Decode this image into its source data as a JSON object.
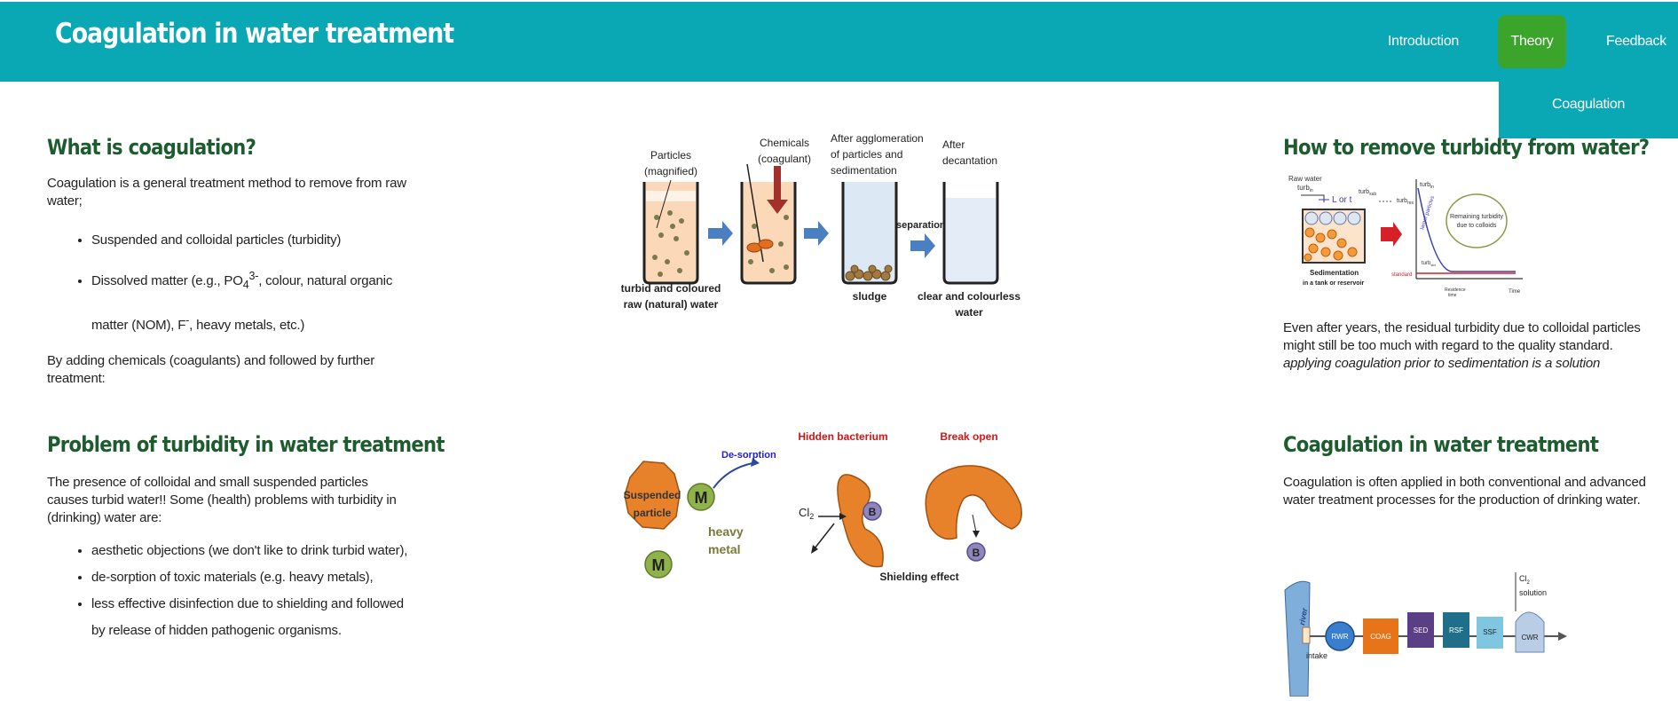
{
  "header": {
    "title": "Coagulation in water treatment",
    "nav": [
      "Introduction",
      "Theory",
      "Feedback"
    ],
    "active_nav": "Theory",
    "submenu": [
      "Coagulation"
    ],
    "colors": {
      "bar": "#0aa8b5",
      "active": "#3aa52a"
    }
  },
  "sections": {
    "what": {
      "title": "What is coagulation?",
      "intro": "Coagulation is a general treatment method to remove from raw water;",
      "items": [
        "Suspended and colloidal particles (turbidity)",
        "Dissolved matter (e.g., PO4 3-, colour, natural organic matter (NOM), F-, heavy metals, etc.)"
      ],
      "item2_parts": {
        "a": "Dissolved matter (e.g., PO",
        "sub": "4",
        "sup": "3-",
        "b": ", colour, natural organic matter (NOM), F",
        "sup2": "-",
        "c": ", heavy metals, etc.)"
      },
      "after": "By adding chemicals (coagulants) and followed by further treatment:"
    },
    "problem": {
      "title": "Problem of turbidity in water treatment",
      "intro": "The presence of colloidal and small suspended particles causes turbid water!! Some (health) problems with turbidity in (drinking) water are:",
      "items": [
        "aesthetic objections (we don't like to drink turbid water),",
        "de-sorption of toxic materials (e.g. heavy metals),",
        "less effective disinfection due to shielding and followed by release of hidden pathogenic organisms."
      ]
    },
    "remove": {
      "title": "How to remove turbidty from water?",
      "text": "Even after years, the residual turbidity due to colloidal particles might still be too much with regard to the quality standard.",
      "italic": "applying coagulation prior to sedimentation is a solution"
    },
    "coag": {
      "title": "Coagulation in water treatment",
      "intro": "Coagulation is often applied in both conventional and advanced water treatment processes for the production of drinking water."
    }
  },
  "figures": {
    "stages": {
      "labels": [
        "Particles",
        "(magnified)",
        "Chemicals",
        "(coagulant)",
        "After agglomeration",
        "of particles and",
        "sedimentation",
        "After",
        "decantation"
      ],
      "bottom": [
        "turbid and coloured",
        "raw  (natural) water",
        "sludge",
        "separation",
        "clear and colourless",
        "water"
      ]
    },
    "turbidity": {
      "labels": [
        "Suspended",
        "particle",
        "M",
        "M",
        "heavy",
        "metal",
        "De-sorption",
        "Hidden bacterium",
        "Break open",
        "Cl",
        "2",
        "B",
        "B",
        "Shielding effect"
      ]
    },
    "sedimentation": {
      "labels": [
        "Raw water",
        "turb",
        "in",
        "L or t",
        "turb",
        "sub",
        "turb",
        "res",
        "turb",
        "in",
        "larger particles",
        "Remaining turbidity",
        "due to colloids",
        "turb",
        "std",
        "standard",
        "Residence",
        "time",
        "Time",
        "Sedimentation",
        "in a tank or reservoir"
      ]
    },
    "process": {
      "labels": [
        "river",
        "intake",
        "RWR",
        "COAG",
        "SED",
        "RSF",
        "SSF",
        "CWR",
        "Cl",
        "2",
        "solution"
      ]
    }
  }
}
